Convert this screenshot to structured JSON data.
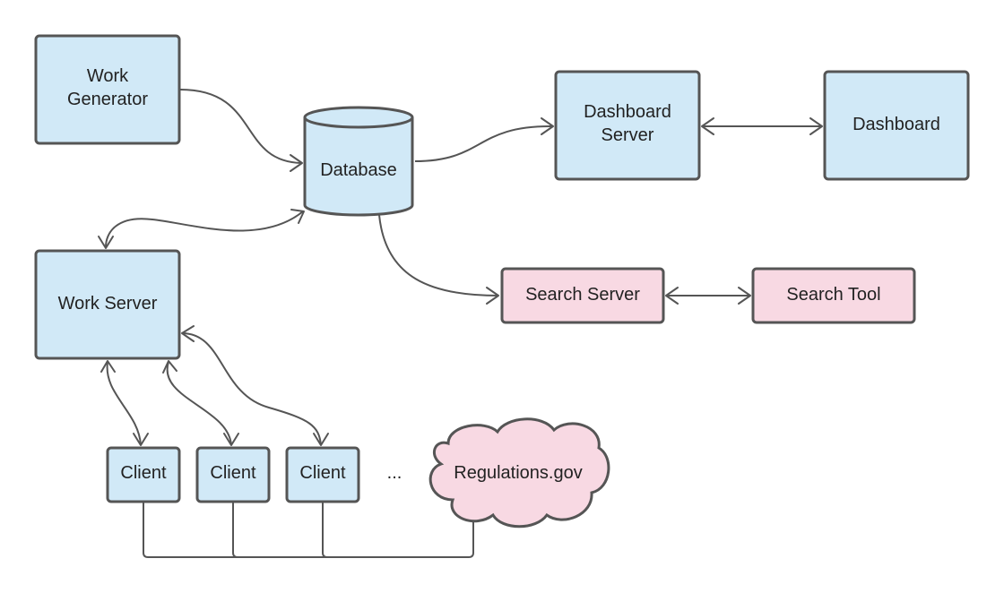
{
  "colors": {
    "primary_fill": "#d1e9f7",
    "secondary_fill": "#f8d9e3",
    "stroke": "#555555",
    "text": "#222222"
  },
  "nodes": {
    "work_generator": {
      "line1": "Work",
      "line2": "Generator",
      "fill": "#d1e9f7"
    },
    "database": {
      "label": "Database",
      "fill": "#d1e9f7"
    },
    "dashboard_server": {
      "line1": "Dashboard",
      "line2": "Server",
      "fill": "#d1e9f7"
    },
    "dashboard": {
      "label": "Dashboard",
      "fill": "#d1e9f7"
    },
    "work_server": {
      "label": "Work Server",
      "fill": "#d1e9f7"
    },
    "search_server": {
      "label": "Search Server",
      "fill": "#f8d9e3"
    },
    "search_tool": {
      "label": "Search Tool",
      "fill": "#f8d9e3"
    },
    "client_1": {
      "label": "Client",
      "fill": "#d1e9f7"
    },
    "client_2": {
      "label": "Client",
      "fill": "#d1e9f7"
    },
    "client_3": {
      "label": "Client",
      "fill": "#d1e9f7"
    },
    "more_clients": {
      "label": "..."
    },
    "regulations_gov": {
      "label": "Regulations.gov",
      "fill": "#f8d9e3"
    }
  },
  "edges": [
    {
      "from": "Work Generator",
      "to": "Database",
      "direction": "forward"
    },
    {
      "from": "Database",
      "to": "Dashboard Server",
      "direction": "forward"
    },
    {
      "from": "Dashboard Server",
      "to": "Dashboard",
      "direction": "both"
    },
    {
      "from": "Database",
      "to": "Work Server",
      "direction": "both"
    },
    {
      "from": "Database",
      "to": "Search Server",
      "direction": "forward"
    },
    {
      "from": "Search Server",
      "to": "Search Tool",
      "direction": "both"
    },
    {
      "from": "Work Server",
      "to": "Client",
      "direction": "both"
    },
    {
      "from": "Work Server",
      "to": "Client",
      "direction": "both"
    },
    {
      "from": "Work Server",
      "to": "Client",
      "direction": "both"
    },
    {
      "from": "Client",
      "to": "Regulations.gov",
      "direction": "none"
    }
  ]
}
